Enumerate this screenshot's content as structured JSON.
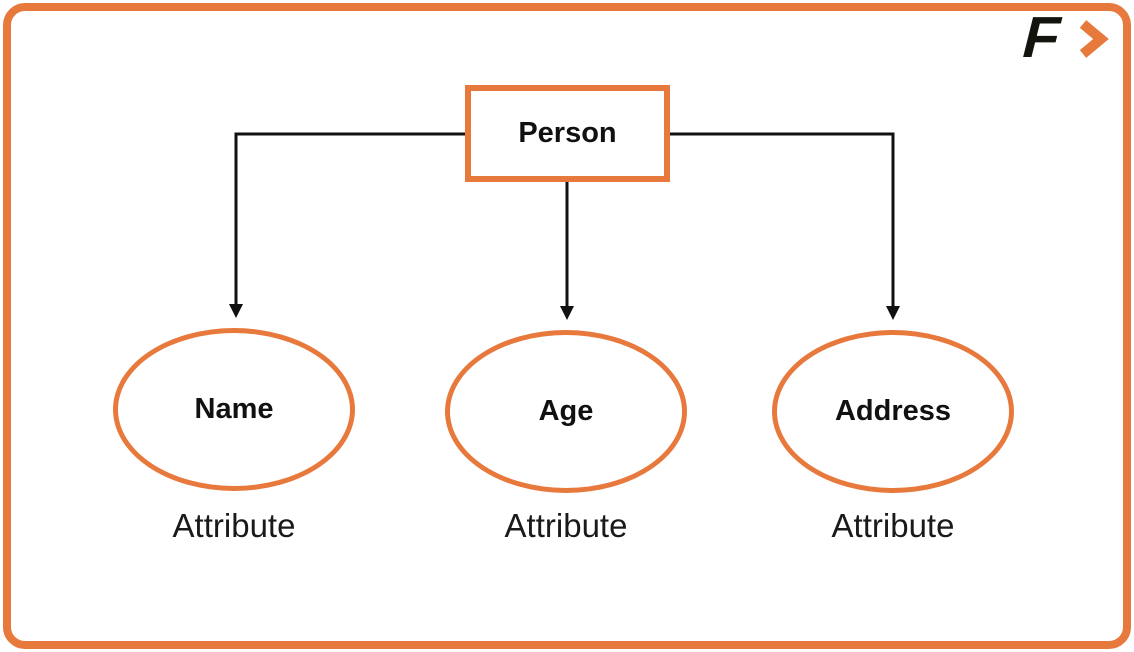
{
  "logo": {
    "letter": "F",
    "chevron_icon": "chevron-right-icon"
  },
  "diagram": {
    "entity": {
      "label": "Person"
    },
    "attributes": [
      {
        "label": "Name",
        "caption": "Attribute"
      },
      {
        "label": "Age",
        "caption": "Attribute"
      },
      {
        "label": "Address",
        "caption": "Attribute"
      }
    ]
  },
  "colors": {
    "accent_orange": "#E8793D",
    "line_black": "#111111",
    "background": "#FFFFFF"
  }
}
